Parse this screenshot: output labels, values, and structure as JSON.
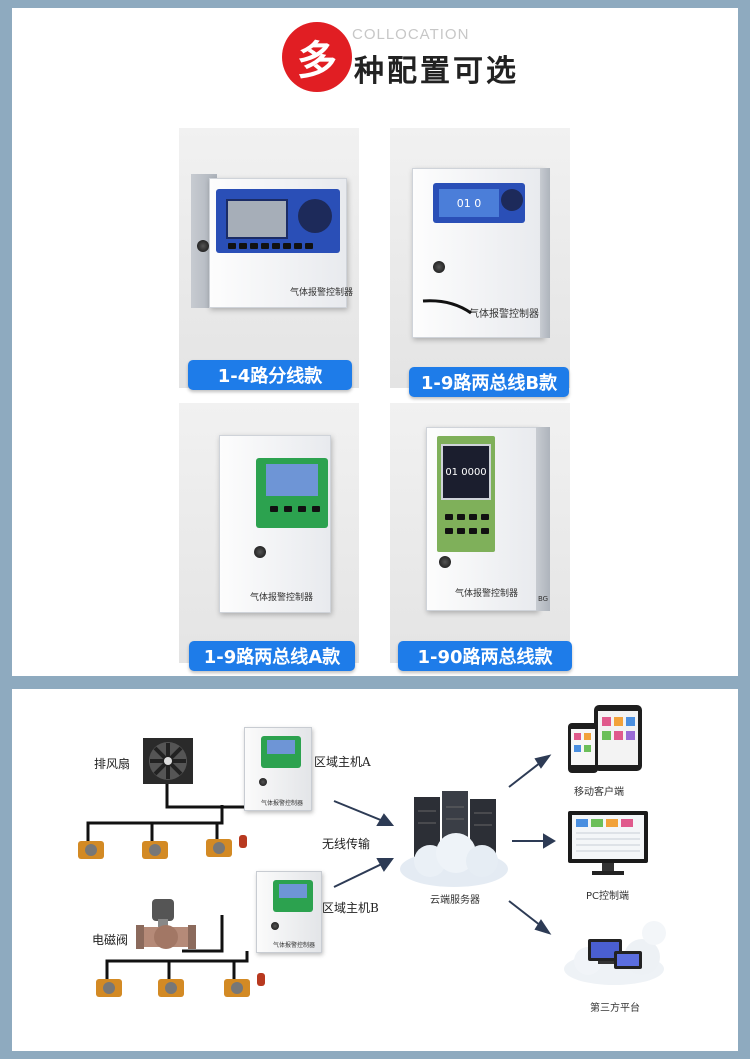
{
  "header": {
    "badge": "多",
    "en": "COLLOCATION",
    "title": "种配置可选"
  },
  "products": [
    {
      "label": "1-4路分线款",
      "device_text": "气体报警控制器"
    },
    {
      "label": "1-9路两总线B款",
      "device_text": "气体报警控制器",
      "screen": "01  0"
    },
    {
      "label": "1-9路两总线A款",
      "device_text": "气体报警控制器"
    },
    {
      "label": "1-90路两总线款",
      "device_text": "气体报警控制器",
      "screen": "01 0000",
      "model": "BG"
    }
  ],
  "diagram": {
    "fan_label": "排风扇",
    "host_a": "区域主机A",
    "wireless": "无线传输",
    "host_b": "区域主机B",
    "valve_label": "电磁阀",
    "cloud_label": "云端服务器",
    "mobile_label": "移动客户端",
    "pc_label": "PC控制端",
    "third_label": "第三方平台",
    "ctrl_text": "气体报警控制器"
  },
  "colors": {
    "accent_red": "#e11e23",
    "label_blue": "#1e7ce9",
    "page_bg": "#8eaabf"
  }
}
